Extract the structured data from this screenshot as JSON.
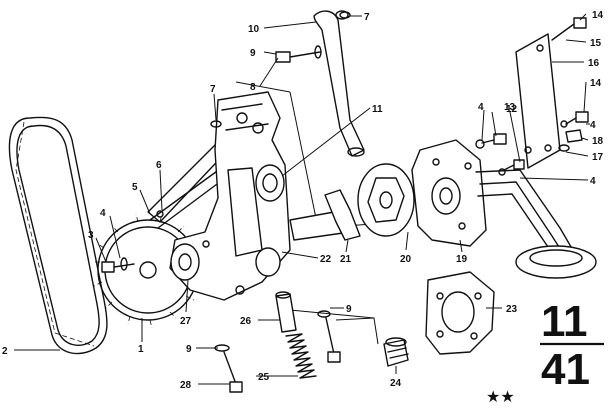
{
  "page_code_top": "11",
  "page_code_bottom": "41",
  "stars": "★★",
  "callouts": [
    {
      "id": "p1",
      "label": "1"
    },
    {
      "id": "p2",
      "label": "2"
    },
    {
      "id": "p3",
      "label": "3"
    },
    {
      "id": "p4a",
      "label": "4"
    },
    {
      "id": "p4b",
      "label": "4"
    },
    {
      "id": "p4c",
      "label": "4"
    },
    {
      "id": "p4d",
      "label": "4"
    },
    {
      "id": "p5",
      "label": "5"
    },
    {
      "id": "p6",
      "label": "6"
    },
    {
      "id": "p7a",
      "label": "7"
    },
    {
      "id": "p7b",
      "label": "7"
    },
    {
      "id": "p8",
      "label": "8"
    },
    {
      "id": "p9a",
      "label": "9"
    },
    {
      "id": "p9b",
      "label": "9"
    },
    {
      "id": "p9c",
      "label": "9"
    },
    {
      "id": "p10",
      "label": "10"
    },
    {
      "id": "p11",
      "label": "11"
    },
    {
      "id": "p12",
      "label": "12"
    },
    {
      "id": "p13",
      "label": "13"
    },
    {
      "id": "p14a",
      "label": "14"
    },
    {
      "id": "p14b",
      "label": "14"
    },
    {
      "id": "p15",
      "label": "15"
    },
    {
      "id": "p16",
      "label": "16"
    },
    {
      "id": "p17",
      "label": "17"
    },
    {
      "id": "p18",
      "label": "18"
    },
    {
      "id": "p19",
      "label": "19"
    },
    {
      "id": "p20",
      "label": "20"
    },
    {
      "id": "p21",
      "label": "21"
    },
    {
      "id": "p22",
      "label": "22"
    },
    {
      "id": "p23",
      "label": "23"
    },
    {
      "id": "p24",
      "label": "24"
    },
    {
      "id": "p25",
      "label": "25"
    },
    {
      "id": "p26",
      "label": "26"
    },
    {
      "id": "p27",
      "label": "27"
    },
    {
      "id": "p28",
      "label": "28"
    }
  ]
}
